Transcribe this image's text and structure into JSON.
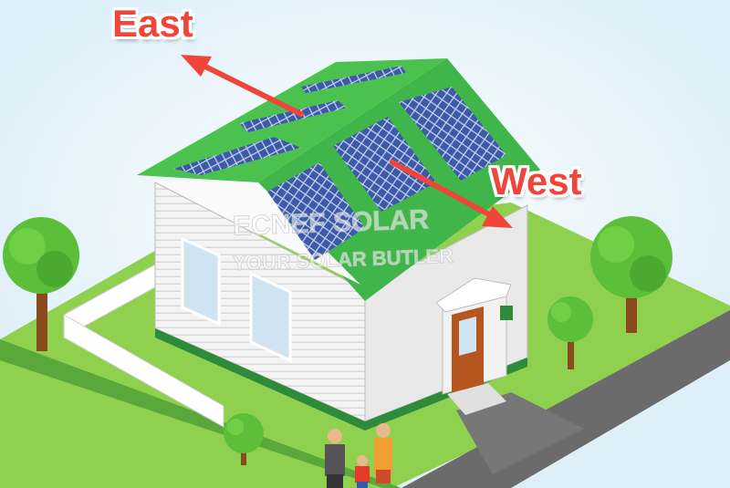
{
  "labels": {
    "east": "East",
    "west": "West"
  },
  "watermark": {
    "line1": "ECNEF SOLAR",
    "line2": "YOUR SOLAR BUTLER"
  },
  "colors": {
    "arrow": "#f0453a",
    "roof": "#3fb54a",
    "lawn": "#8fd14f",
    "panel": "#3d5aa8",
    "road": "#6b6b6b"
  }
}
